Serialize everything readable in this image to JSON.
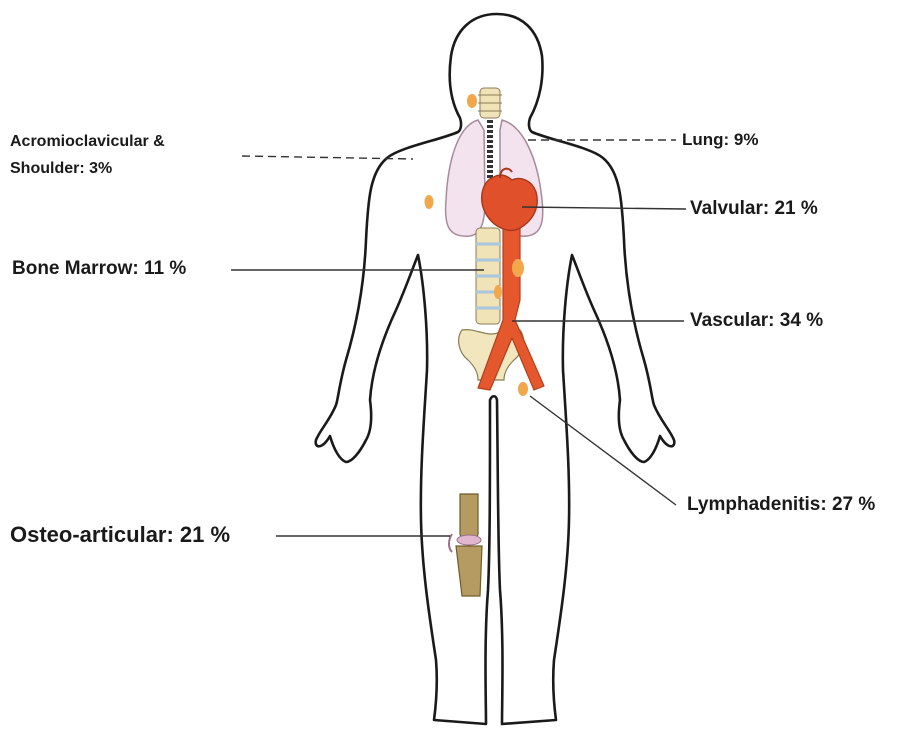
{
  "labels": {
    "acromioclavicular_line1": "Acromioclavicular &",
    "acromioclavicular_line2": "Shoulder:  3%",
    "lung": "Lung: 9%",
    "valvular": "Valvular: 21 %",
    "bone_marrow": "Bone Marrow: 11 %",
    "vascular": "Vascular: 34 %",
    "lymphadenitis": "Lymphadenitis: 27 %",
    "osteo_articular": "Osteo-articular: 21 %"
  },
  "colors": {
    "outline": "#1a1a1a",
    "heart": "#e0502a",
    "aorta": "#e5582d",
    "lung": "#f3e3ee",
    "lung_stroke": "#a88a9c",
    "spine": "#f0e3b8",
    "spine_disc": "#a9c6df",
    "pelvis": "#f1e6bd",
    "lesion_spot": "#f2a74a",
    "bone_tissue": "#b59b62",
    "cartilage": "#e2b6cf"
  },
  "icons": [
    "human-body-outline",
    "lungs-icon",
    "heart-icon",
    "aorta-icon",
    "spine-icon",
    "pelvis-icon",
    "knee-joint-icon"
  ]
}
